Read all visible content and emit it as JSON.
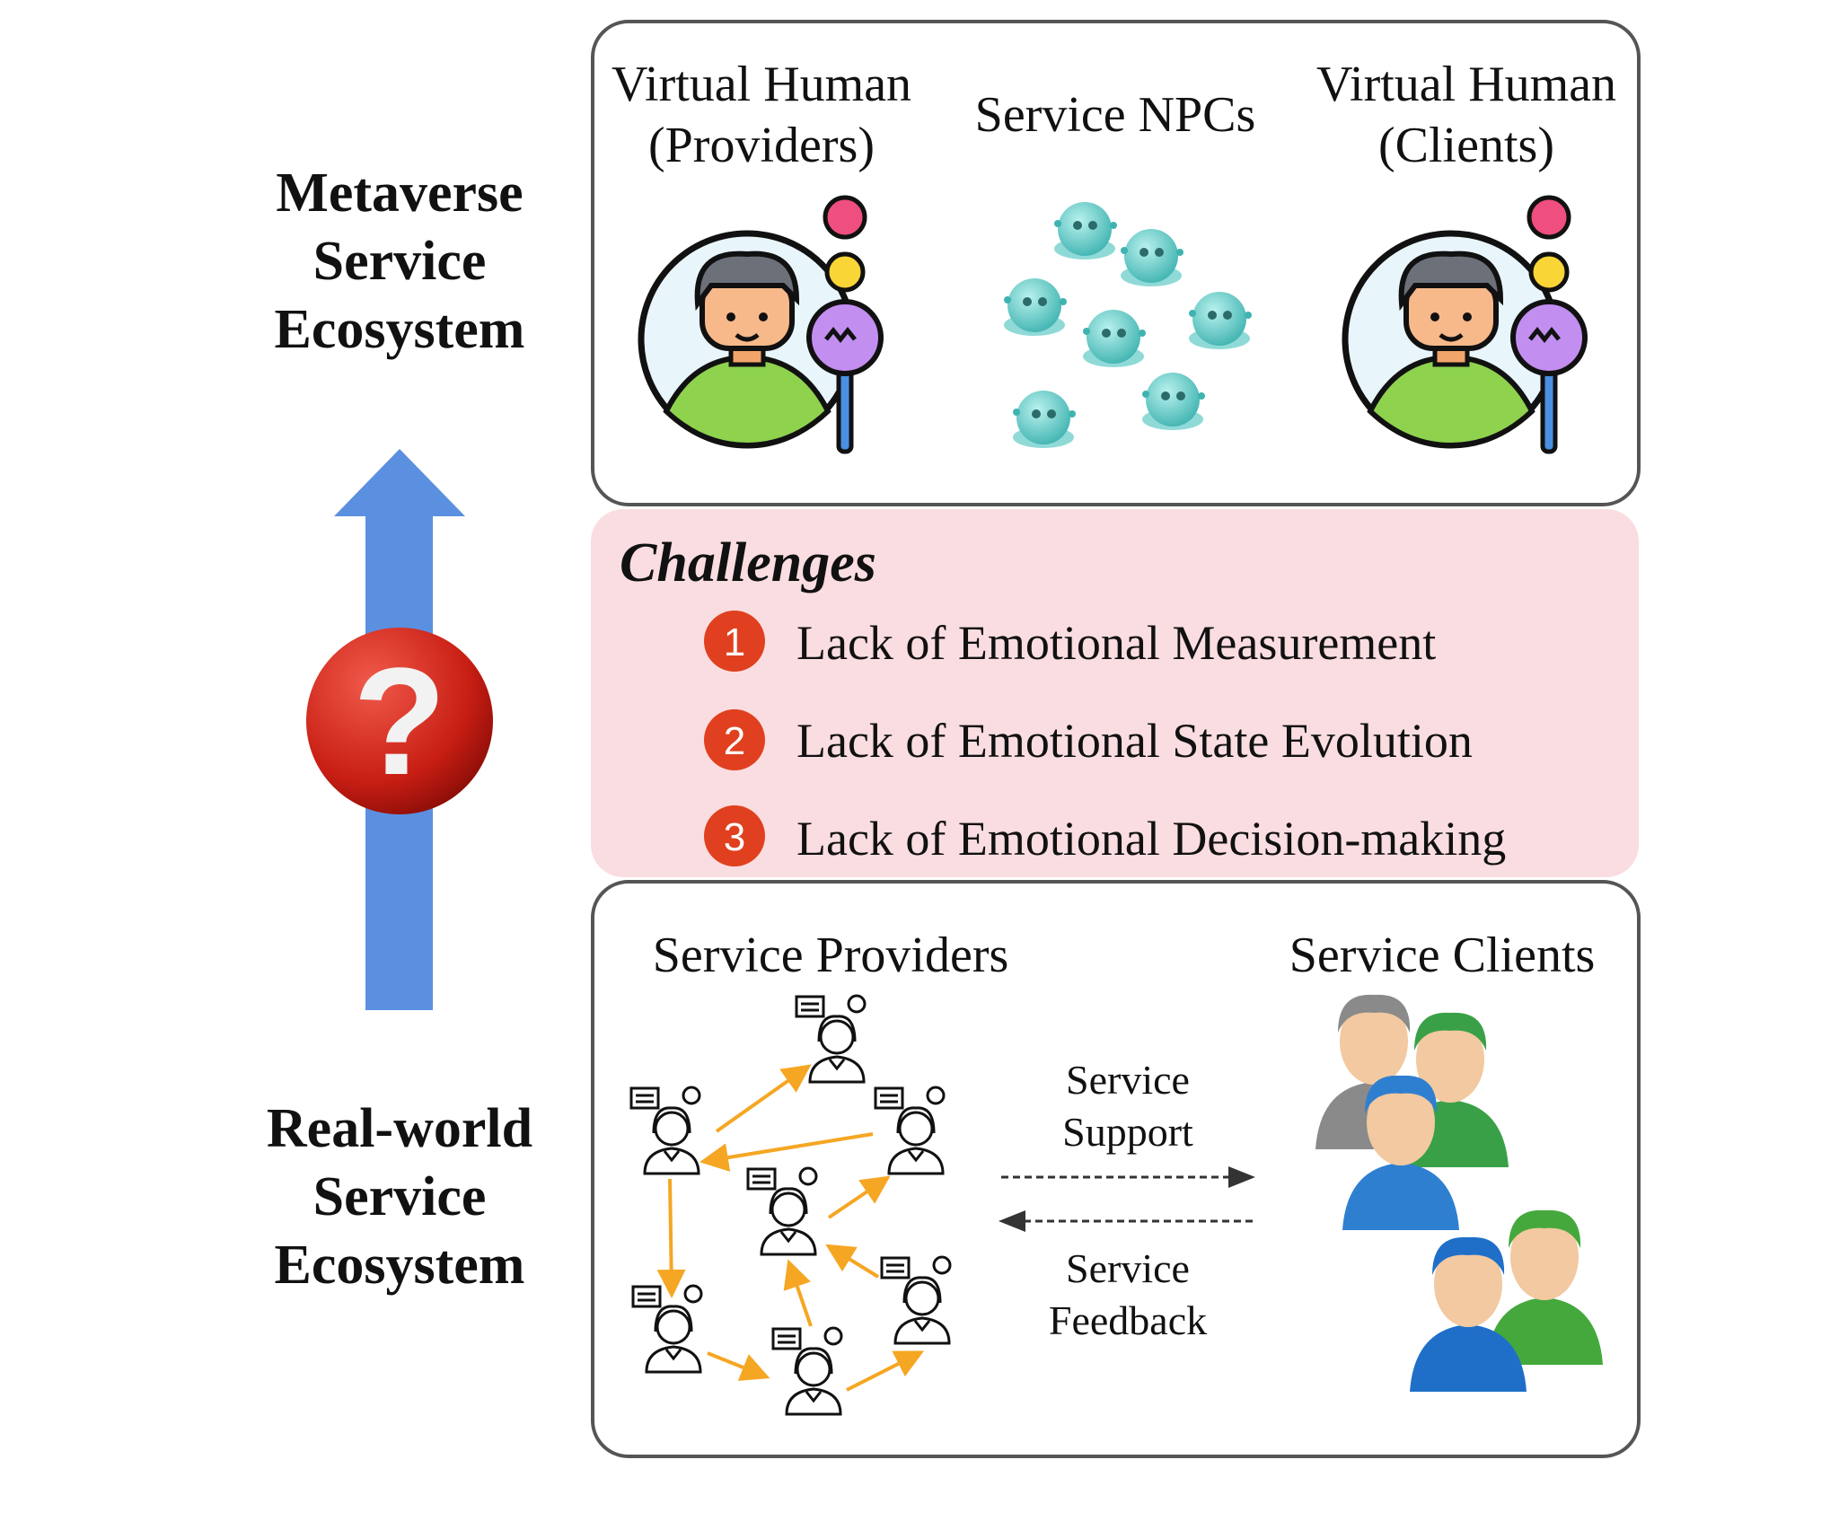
{
  "left": {
    "metaverse_label": [
      "Metaverse",
      "Service",
      "Ecosystem"
    ],
    "realworld_label": [
      "Real-world",
      "Service",
      "Ecosystem"
    ],
    "arrow_color": "#5b8fe0",
    "question_icon": "question-mark-ball"
  },
  "top_panel": {
    "providers": [
      "Virtual Human",
      "(Providers)"
    ],
    "npcs": "Service NPCs",
    "clients": [
      "Virtual Human",
      "(Clients)"
    ]
  },
  "challenges": {
    "title": "Challenges",
    "background": "#fadde1",
    "badge_color": "#e0401f",
    "items": [
      {
        "num": "1",
        "text": "Lack of Emotional Measurement"
      },
      {
        "num": "2",
        "text": "Lack of Emotional State Evolution"
      },
      {
        "num": "3",
        "text": "Lack of Emotional Decision-making"
      }
    ]
  },
  "bottom_panel": {
    "providers": "Service Providers",
    "clients": "Service Clients",
    "support": [
      "Service",
      "Support"
    ],
    "feedback": [
      "Service",
      "Feedback"
    ],
    "network_arrow_color": "#f5a623"
  }
}
